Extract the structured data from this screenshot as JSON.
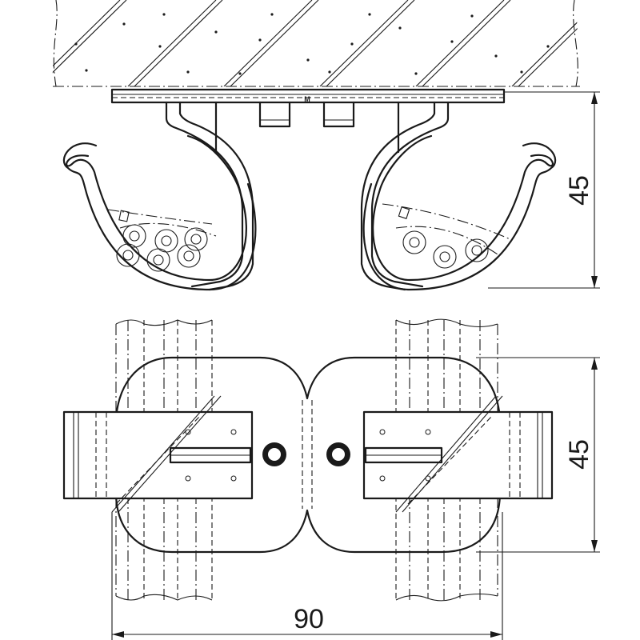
{
  "drawing": {
    "front_view": {
      "height_dimension": "45",
      "center_mark": "M"
    },
    "top_view": {
      "height_dimension": "45",
      "width_dimension": "90"
    }
  }
}
